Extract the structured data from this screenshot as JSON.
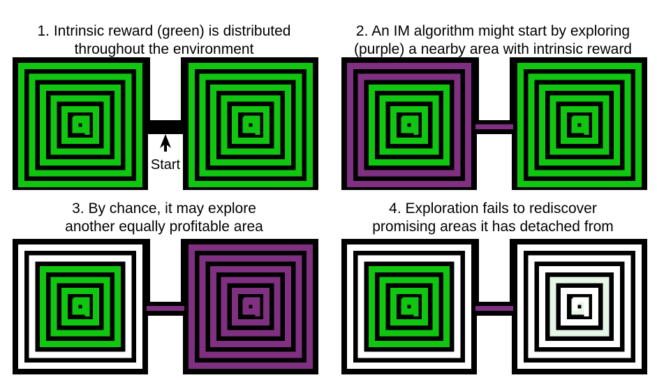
{
  "colors": {
    "green": "#11c611",
    "purple": "#803080",
    "white": "#ffffff",
    "pale_green": "#e6f6e6",
    "black": "#000000"
  },
  "panels": [
    {
      "caption_line1": "1. Intrinsic reward (green) is distributed",
      "caption_line2": "throughout the environment",
      "left_spiral": "green",
      "corridor": "black",
      "right_spiral": "green",
      "start_label": "Start"
    },
    {
      "caption_line1": "2. An IM algorithm might start by exploring",
      "caption_line2": "(purple) a nearby area with intrinsic reward",
      "left_spiral": "purple-outer",
      "corridor": "purple",
      "right_spiral": "green"
    },
    {
      "caption_line1": "3. By chance, it may explore",
      "caption_line2": "another equally profitable area",
      "left_spiral": "white-outer",
      "corridor": "purple",
      "right_spiral": "purple"
    },
    {
      "caption_line1": "4. Exploration fails to rediscover",
      "caption_line2": "promising areas it has detached from",
      "left_spiral": "white-outer",
      "corridor": "purple",
      "right_spiral": "white"
    }
  ]
}
